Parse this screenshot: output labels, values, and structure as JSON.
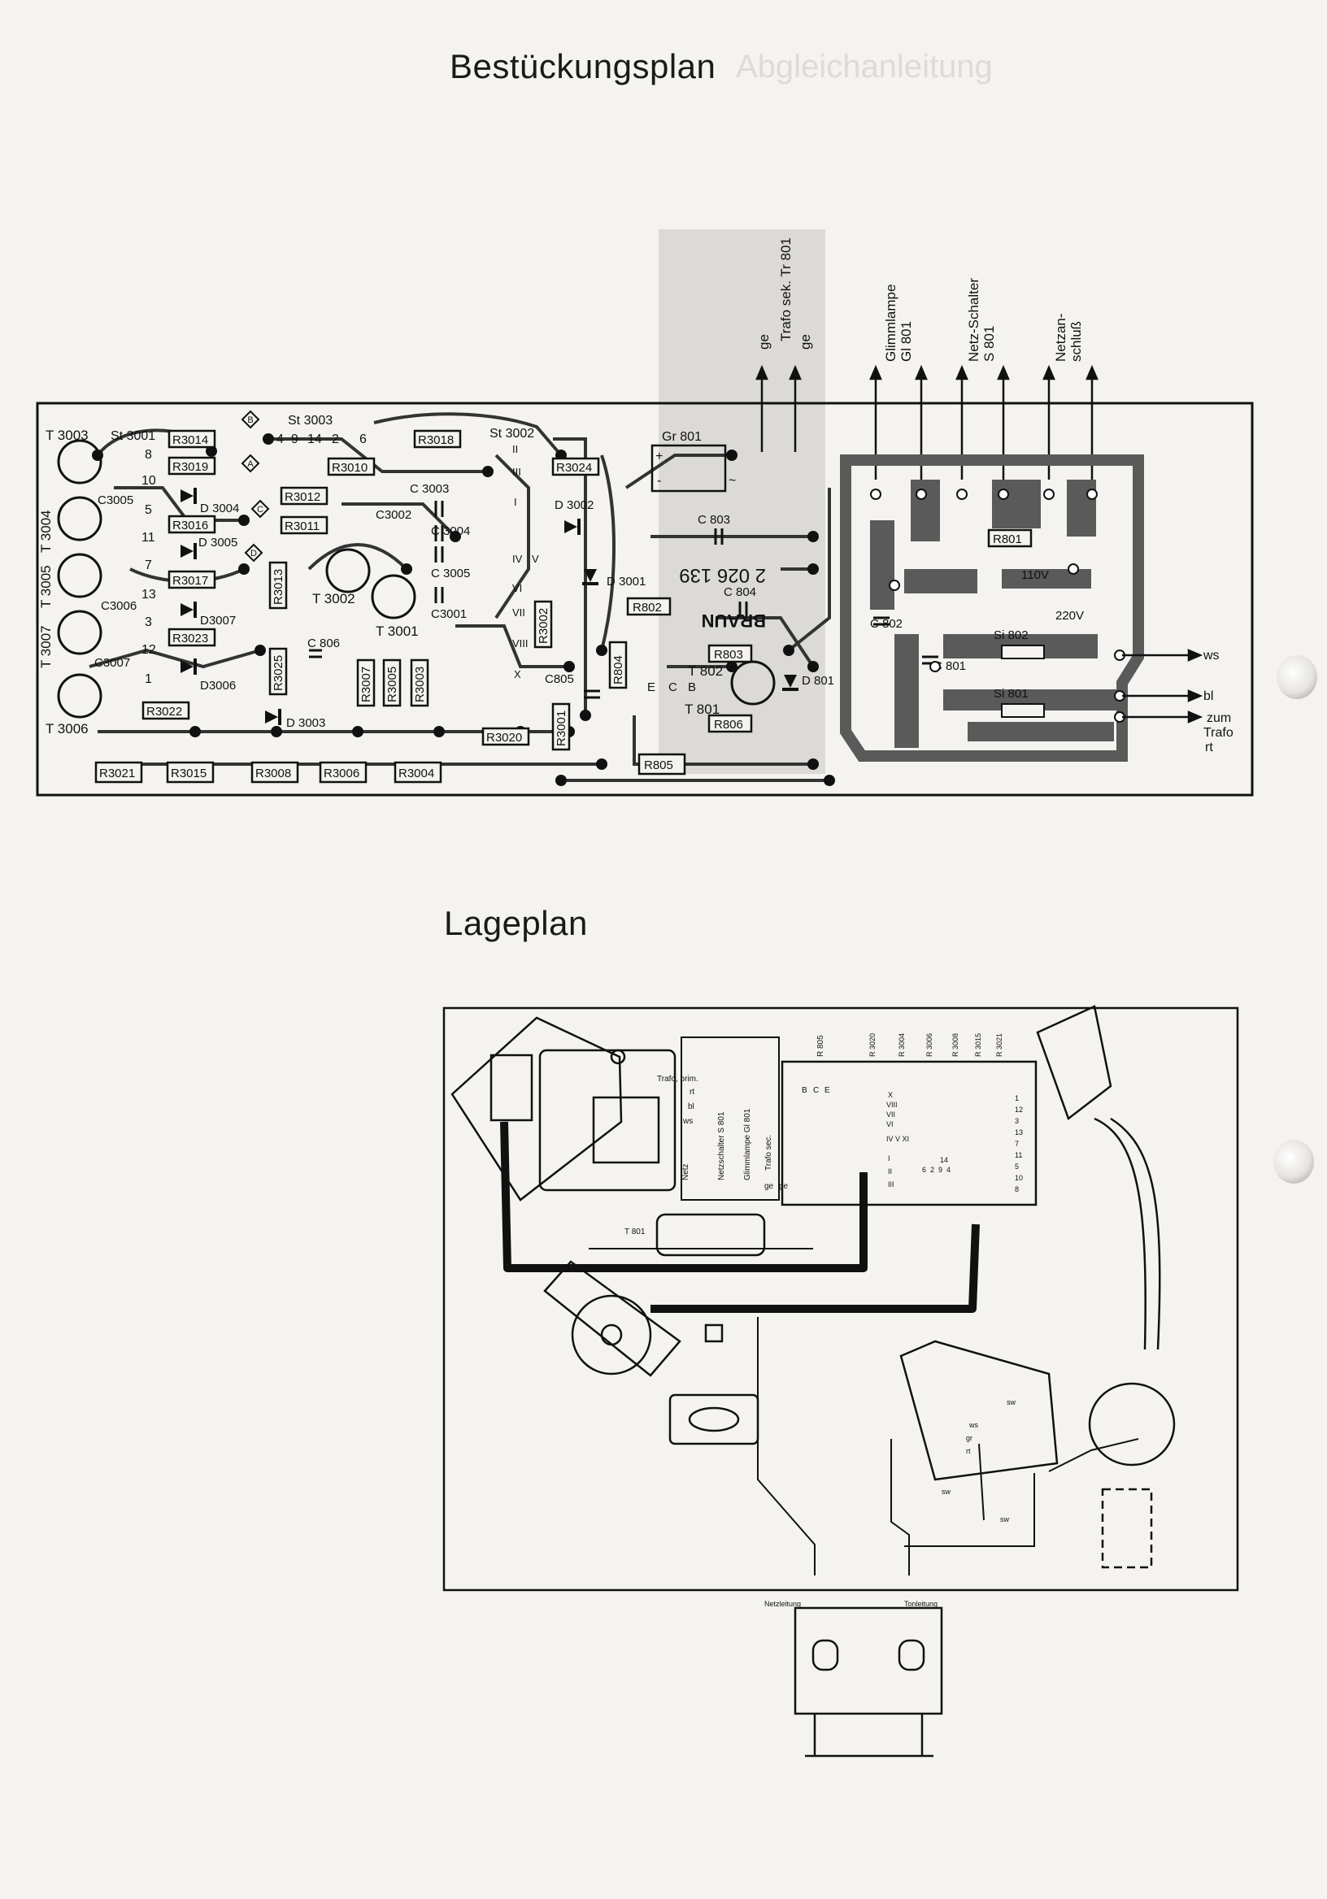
{
  "titles": {
    "bestueckungsplan": "Bestückungsplan",
    "lageplan": "Lageplan",
    "bleed": "Abgleichanleitung"
  },
  "bestueckungsplan": {
    "top_connectors": {
      "trafo_sek": "Trafo sek. Tr 801",
      "ge_1": "ge",
      "ge_2": "ge",
      "glimmlampe": "Glimmlampe",
      "gl801": "Gl 801",
      "netzschalter": "Netz-Schalter",
      "s801": "S 801",
      "netzanschluss_1": "Netzan-",
      "netzanschluss_2": "schluß"
    },
    "transistors": [
      "T 3003",
      "T 3004",
      "T 3005",
      "T 3007",
      "T 3006",
      "T 3002",
      "T 3001",
      "T 802",
      "T 801"
    ],
    "resistors": [
      "R3014",
      "R3019",
      "R3016",
      "R3017",
      "R3023",
      "R3022",
      "R3021",
      "R3015",
      "R3008",
      "R3006",
      "R3004",
      "R3012",
      "R3011",
      "R3010",
      "R3013",
      "R3025",
      "R3007",
      "R3005",
      "R3003",
      "R3018",
      "R3024",
      "R3002",
      "R3020",
      "R3001",
      "R804",
      "R802",
      "R803",
      "R806",
      "R805",
      "R801"
    ],
    "capacitors": [
      "C3005",
      "C3006",
      "C3007",
      "C 3003",
      "C3002",
      "C 3004",
      "C 3005",
      "C3001",
      "C 806",
      "C 803",
      "C 804",
      "C805",
      "C 802",
      "C 801"
    ],
    "diodes": [
      "D 3004",
      "D 3005",
      "D3007",
      "D3006",
      "D 3003",
      "D 3002",
      "D 3001",
      "D 801"
    ],
    "plugs": [
      "St 3001",
      "St 3003",
      "St 3002"
    ],
    "pin_numbers_left": [
      "8",
      "10",
      "5",
      "11",
      "7",
      "13",
      "3",
      "12",
      "1"
    ],
    "pin_numbers_top": [
      "4",
      "9",
      "14",
      "2",
      "6"
    ],
    "roman_pins": [
      "II",
      "III",
      "I",
      "IV",
      "V",
      "VI",
      "VII",
      "VIII",
      "X"
    ],
    "markers": [
      "B",
      "A",
      "C",
      "D"
    ],
    "rectifier": "Gr 801",
    "rectifier_plus": "+",
    "rectifier_minus": "-",
    "rectifier_ac_1": "~",
    "rectifier_ac_2": "~",
    "part_number": "2 026 139",
    "brand": "BRAUN",
    "transistor_pins": [
      "E",
      "C",
      "B"
    ],
    "voltage_110": "110V",
    "voltage_220": "220V",
    "fuses": [
      "Si 802",
      "Si 801"
    ],
    "outputs": {
      "ws": "ws",
      "bl": "bl",
      "zum_trafo_1": "zum",
      "zum_trafo_2": "Trafo",
      "zum_trafo_3": "rt"
    }
  },
  "lageplan": {
    "trafo_prim": "Trafo, prim.",
    "wire_rt": "rt",
    "wire_bl": "bl",
    "wire_ws": "ws",
    "netz": "Netz",
    "netzschalter": "Netzschalter S 801",
    "glimmlampe": "Glimmlampe Gl 801",
    "trafo_sec": "Trafo sec.",
    "ge_1": "ge",
    "ge_2": "ge",
    "t801": "T 801",
    "r805": "R 805",
    "bce": [
      "B",
      "C",
      "E"
    ],
    "resistor_labels": [
      "R 3020",
      "R 3004",
      "R 3006",
      "R 3008",
      "R 3015",
      "R 3021"
    ],
    "roman_labels": [
      "X",
      "VIII",
      "VII",
      "VI",
      "IV V XI",
      "I",
      "II",
      "III"
    ],
    "right_pins": [
      "1",
      "12",
      "3",
      "13",
      "7",
      "11",
      "5",
      "10",
      "8"
    ],
    "bottom_pins": [
      "6",
      "2",
      "9",
      "4"
    ],
    "pin_14": "14",
    "sw_1": "sw",
    "sw_2": "sw",
    "sw_3": "sw",
    "ws_small": "ws",
    "gr_small": "gr",
    "rt_small": "rt",
    "netzleitung": "Netzleitung",
    "tonleitung": "Tonleitung"
  }
}
